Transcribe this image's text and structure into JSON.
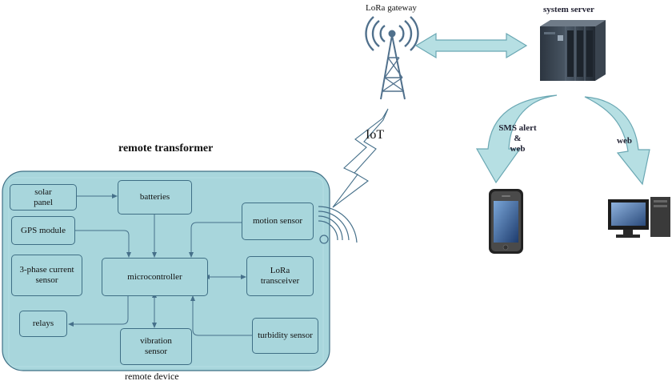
{
  "labels": {
    "remote_transformer": "remote transformer",
    "remote_device": "remote device",
    "lora_gateway": "LoRa gateway",
    "system_server": "system server",
    "iot": "IoT",
    "sms_alert_line1": "SMS alert",
    "sms_alert_line2": "&",
    "sms_alert_line3": "web",
    "web": "web"
  },
  "blocks": {
    "solar_panel_line1": "solar",
    "solar_panel_line2": "panel",
    "batteries": "batteries",
    "gps_module": "GPS module",
    "motion_sensor": "motion sensor",
    "current_sensor_line1": "3-phase current",
    "current_sensor_line2": "sensor",
    "microcontroller": "microcontroller",
    "lora_transceiver_line1": "LoRa",
    "lora_transceiver_line2": "transceiver",
    "relays": "relays",
    "vibration_sensor_line1": "vibration",
    "vibration_sensor_line2": "sensor",
    "turbidity_sensor": "turbidity sensor"
  },
  "colors": {
    "panel_fill": "#a8d6dc",
    "panel_border": "#3f6f85",
    "arrow": "#46708a",
    "big_arrow_fill": "#b6dfe3",
    "big_arrow_stroke": "#6aa7b3"
  },
  "icons": [
    "tower-icon",
    "server-icon",
    "smartphone-icon",
    "desktop-computer-icon",
    "wireless-signal-icon",
    "lightning-icon"
  ]
}
